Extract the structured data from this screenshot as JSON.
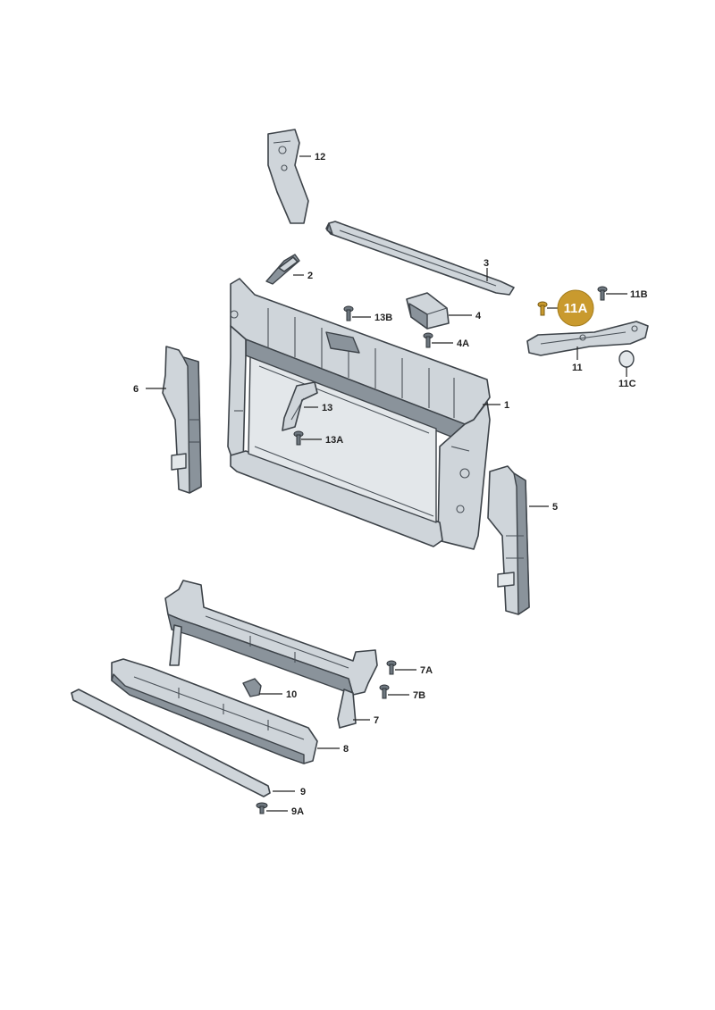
{
  "callouts": {
    "c1": "1",
    "c2": "2",
    "c3": "3",
    "c4": "4",
    "c4a": "4A",
    "c5": "5",
    "c6": "6",
    "c7": "7",
    "c7a": "7A",
    "c7b": "7B",
    "c8": "8",
    "c9": "9",
    "c9a": "9A",
    "c10": "10",
    "c11": "11",
    "c11a": "11A",
    "c11b": "11B",
    "c11c": "11C",
    "c12": "12",
    "c13": "13",
    "c13a": "13A",
    "c13b": "13B"
  },
  "colors": {
    "highlight": "#c99a2e",
    "part_fill": "#cfd5da",
    "outline": "#3d4349"
  }
}
